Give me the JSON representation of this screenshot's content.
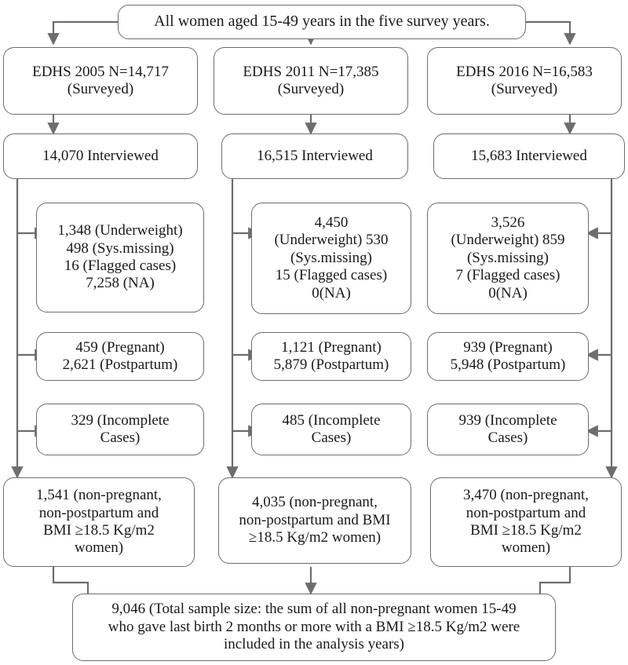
{
  "diagram": {
    "title": "Study participant selection flow chart",
    "type": "flowchart",
    "stroke_color": "#6d6d6d",
    "text_color": "#1a1a1a",
    "background": "#ffffff"
  },
  "root": {
    "label": "All women aged 15-49 years in the five survey years."
  },
  "columns": [
    {
      "survey": "EDHS 2005 N=14,717\n(Surveyed)",
      "interviewed": "14,070 Interviewed",
      "exclusion_bmi": "1,348 (Underweight)\n498 (Sys.missing)\n16 (Flagged cases)\n7,258 (NA)",
      "exclusion_pregnancy": "459    (Pregnant)\n2,621 (Postpartum)",
      "exclusion_incomplete": "329 (Incomplete\nCases)",
      "result": "1,541 (non-pregnant,\nnon-postpartum and\nBMI ≥18.5 Kg/m2\nwomen)"
    },
    {
      "survey": "EDHS 2011 N=17,385\n(Surveyed)",
      "interviewed": "16,515 Interviewed",
      "exclusion_bmi": "4,450\n(Underweight) 530\n(Sys.missing)\n15 (Flagged cases)\n0(NA)",
      "exclusion_pregnancy": "1,121 (Pregnant)\n5,879 (Postpartum)",
      "exclusion_incomplete": "485 (Incomplete\nCases)",
      "result": "4,035 (non-pregnant,\nnon-postpartum and BMI\n≥18.5 Kg/m2 women)"
    },
    {
      "survey": "EDHS 2016 N=16,583\n(Surveyed)",
      "interviewed": "15,683 Interviewed",
      "exclusion_bmi": "3,526\n(Underweight) 859\n(Sys.missing)\n7 (Flagged cases)\n0(NA)",
      "exclusion_pregnancy": "939    (Pregnant)\n5,948 (Postpartum)",
      "exclusion_incomplete": "939 (Incomplete\nCases)",
      "result": "3,470 (non-pregnant,\nnon-postpartum and\nBMI ≥18.5 Kg/m2\nwomen)"
    }
  ],
  "total": {
    "label": "9,046 (Total sample size: the sum of all non-pregnant women 15-49\nwho gave last birth 2 months or more with a BMI ≥18.5 Kg/m2 were\nincluded in the analysis years)"
  }
}
